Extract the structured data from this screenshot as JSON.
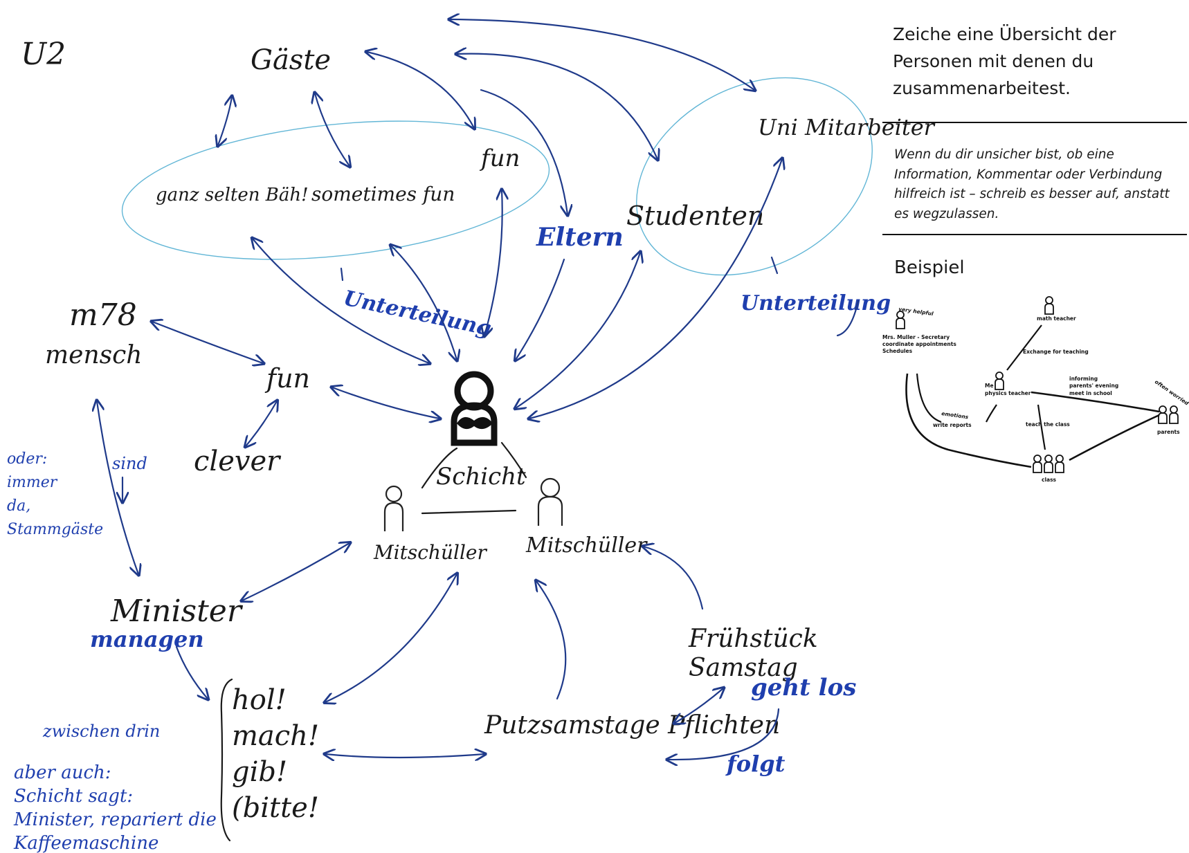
{
  "sketch": {
    "corner_label": "U2",
    "center_person": "Schicht",
    "guests": "Gäste",
    "fun_top": "fun",
    "ganz_selten": "ganz selten Bäh!",
    "sometimes_fun": "sometimes fun",
    "eltern": "Eltern",
    "uni_mitarbeiter": "Uni Mitarbeiter",
    "studenten": "Studenten",
    "unterteilung_left": "Unterteilung",
    "unterteilung_right": "Unterteilung",
    "m78": "m78",
    "mensch": "mensch",
    "fun_mid": "fun",
    "clever": "clever",
    "oder_immer_da": "oder: immer da, Stammgäste",
    "sind": "sind",
    "schicht_label": "Schicht",
    "mitschueler_left": "Mitschüller",
    "mitschueler_right": "Mitschüller",
    "minister": "Minister",
    "managen": "managen",
    "hol_mach": "hol! mach! gib! (bitte!)",
    "zwischen_drin": "zwischen drin",
    "aber_auch": "aber auch: Schicht sagt: Minister, repariert die Kaffeemaschine",
    "putzsamstage": "Putzsamstage Pflichten",
    "fruehstueck": "Frühstück Samstag",
    "geht_los": "geht los",
    "folgt": "folgt"
  },
  "instructions": {
    "title": "Zeiche eine Übersicht der Personen mit denen du zusammenarbeitest.",
    "hint": "Wenn du dir unsicher bist, ob eine Information, Kommentar oder Verbindung hilfreich ist – schreib es besser auf, anstatt es wegzulassen.",
    "example_heading": "Beispiel"
  },
  "example": {
    "very_helpful": "very helpful",
    "secretary": "Mrs. Muller - Secretary",
    "coordinate": "coordinate appointments",
    "schedules": "Schedules",
    "math_teacher": "math teacher",
    "exchange": "Exchange for teaching",
    "me": "Me",
    "physics_teacher": "physics teacher",
    "informing": "informing",
    "parents_evening": "parents' evening",
    "meet_in_school": "meet in school",
    "often_worried": "often worried",
    "parents": "parents",
    "emotions": "emotions",
    "write_reports": "write reports",
    "teach_class": "teach the class",
    "class": "class"
  }
}
